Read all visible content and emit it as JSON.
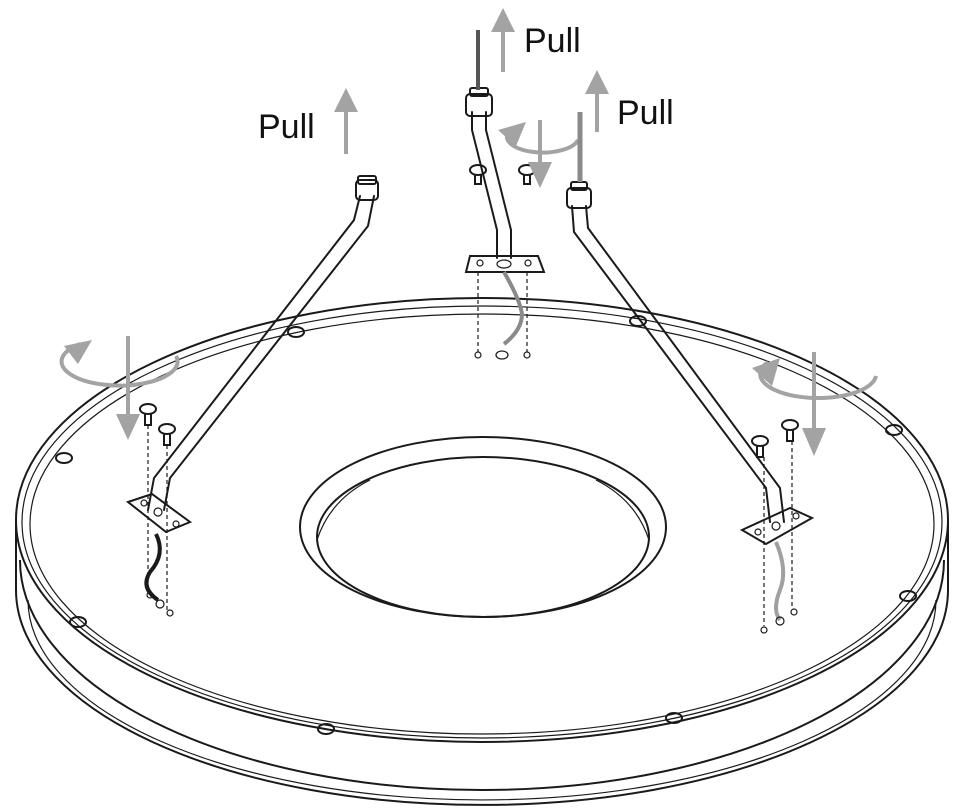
{
  "labels": {
    "pull_top_left": "Pull",
    "pull_top_center": "Pull",
    "pull_right": "Pull"
  },
  "colors": {
    "line": "#1a1a1a",
    "arrow": "#a3a3a3",
    "background": "#ffffff"
  },
  "icons": [
    "pull-arrow-icon",
    "rotate-arrow-icon",
    "screw-icon"
  ]
}
